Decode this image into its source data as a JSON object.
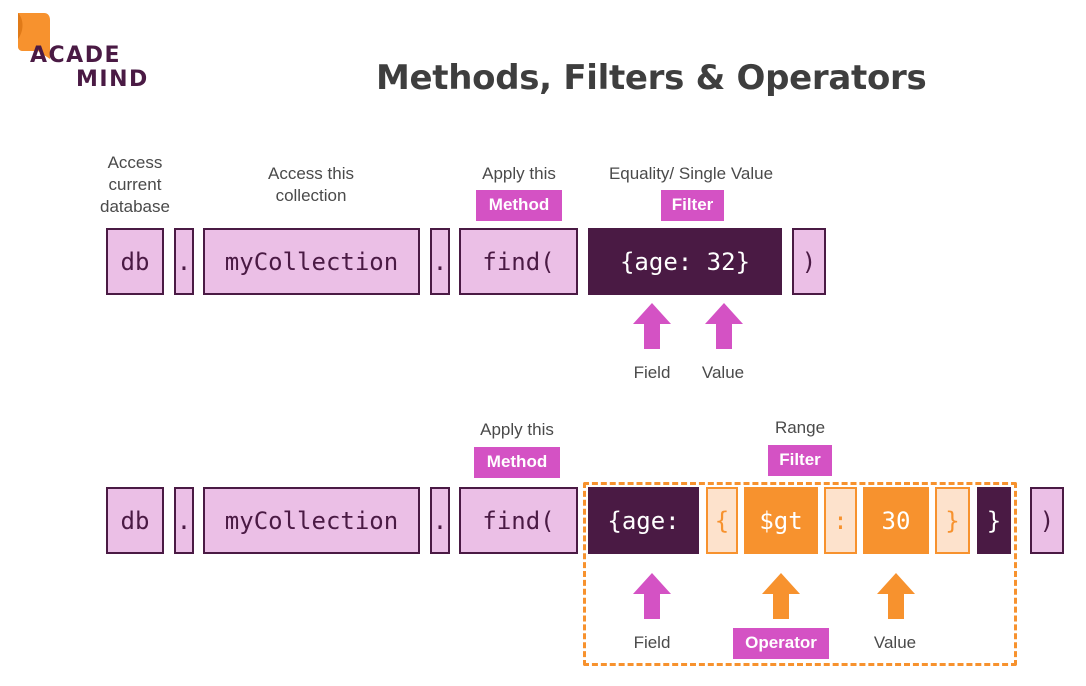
{
  "logo": {
    "line1": "ACADE",
    "line2": "MIND",
    "flag_color": "#f7922e",
    "text_color": "#4a1a44"
  },
  "title": "Methods, Filters & Operators",
  "colors": {
    "dark_purple": "#4a1a44",
    "light_purple": "#ebbfe6",
    "magenta": "#d452c4",
    "orange": "#f7922e",
    "light_orange": "#fde2cc"
  },
  "row1": {
    "labels": {
      "database": "Access current database",
      "collection": "Access this collection",
      "apply_method": "Apply this",
      "filter_heading": "Equality/ Single Value"
    },
    "tags": {
      "method": "Method",
      "filter": "Filter"
    },
    "boxes": {
      "db": "db",
      "dot1": ".",
      "collection": "myCollection",
      "dot2": ".",
      "find": "find(",
      "filter": "{age: 32}",
      "close": ")"
    },
    "annotations": {
      "field": "Field",
      "value": "Value"
    }
  },
  "row2": {
    "labels": {
      "apply_method": "Apply this",
      "filter_heading": "Range"
    },
    "tags": {
      "method": "Method",
      "filter": "Filter",
      "operator": "Operator"
    },
    "boxes": {
      "db": "db",
      "dot1": ".",
      "collection": "myCollection",
      "dot2": ".",
      "find": "find(",
      "field": "{age:",
      "brace_open": "{",
      "operator": "$gt",
      "colon": ":",
      "value": "30",
      "brace_close": "}",
      "outer_close": "}",
      "close": ")"
    },
    "annotations": {
      "field": "Field",
      "value": "Value"
    }
  }
}
